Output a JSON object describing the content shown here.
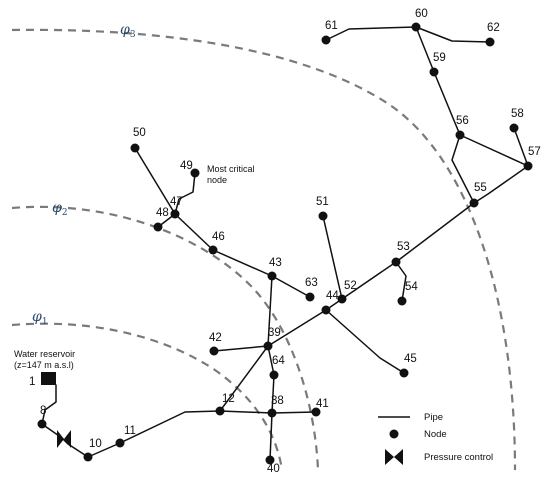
{
  "zones": [
    {
      "symbol": "φ",
      "index": "3"
    },
    {
      "symbol": "φ",
      "index": "2"
    },
    {
      "symbol": "φ",
      "index": "1"
    }
  ],
  "reservoir": {
    "title": "Water reservoir",
    "elevation": "(z=147 m a.s.l)"
  },
  "critical_node_note": {
    "line1": "Most critical",
    "line2": "node"
  },
  "nodes": [
    {
      "id": "1",
      "label": "1"
    },
    {
      "id": "8",
      "label": "8"
    },
    {
      "id": "10",
      "label": "10"
    },
    {
      "id": "11",
      "label": "11"
    },
    {
      "id": "12",
      "label": "12"
    },
    {
      "id": "38",
      "label": "38"
    },
    {
      "id": "39",
      "label": "39"
    },
    {
      "id": "40",
      "label": "40"
    },
    {
      "id": "41",
      "label": "41"
    },
    {
      "id": "42",
      "label": "42"
    },
    {
      "id": "43",
      "label": "43"
    },
    {
      "id": "44",
      "label": "44"
    },
    {
      "id": "45",
      "label": "45"
    },
    {
      "id": "46",
      "label": "46"
    },
    {
      "id": "47",
      "label": "47"
    },
    {
      "id": "48",
      "label": "48"
    },
    {
      "id": "49",
      "label": "49"
    },
    {
      "id": "50",
      "label": "50"
    },
    {
      "id": "51",
      "label": "51"
    },
    {
      "id": "52",
      "label": "52"
    },
    {
      "id": "53",
      "label": "53"
    },
    {
      "id": "54",
      "label": "54"
    },
    {
      "id": "55",
      "label": "55"
    },
    {
      "id": "56",
      "label": "56"
    },
    {
      "id": "57",
      "label": "57"
    },
    {
      "id": "58",
      "label": "58"
    },
    {
      "id": "59",
      "label": "59"
    },
    {
      "id": "60",
      "label": "60"
    },
    {
      "id": "61",
      "label": "61"
    },
    {
      "id": "62",
      "label": "62"
    },
    {
      "id": "63",
      "label": "63"
    },
    {
      "id": "64",
      "label": "64"
    }
  ],
  "legend": {
    "pipe_label": "Pipe",
    "node_label": "Node",
    "valve_label": "Pressure control"
  },
  "colors": {
    "ink": "#111111",
    "zone_arc": "#7a7a7a",
    "zone_label": "#2b4a6b"
  }
}
